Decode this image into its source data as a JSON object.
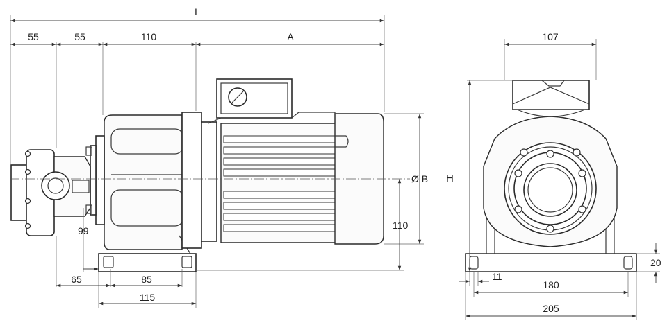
{
  "dimensions": {
    "overall_length": "L",
    "seg1": "55",
    "seg2": "55",
    "seg3": "110",
    "motor_length": "A",
    "top_width": "107",
    "diameter": "Ø B",
    "height": "H",
    "shaft_height": "110",
    "foot_thickness": "20",
    "pump_offset": "99",
    "foot_offset": "65",
    "foot_bolt_spacing": "85",
    "foot_length": "115",
    "foot_hole": "11",
    "foot_bolt_width": "180",
    "foot_width": "205"
  }
}
